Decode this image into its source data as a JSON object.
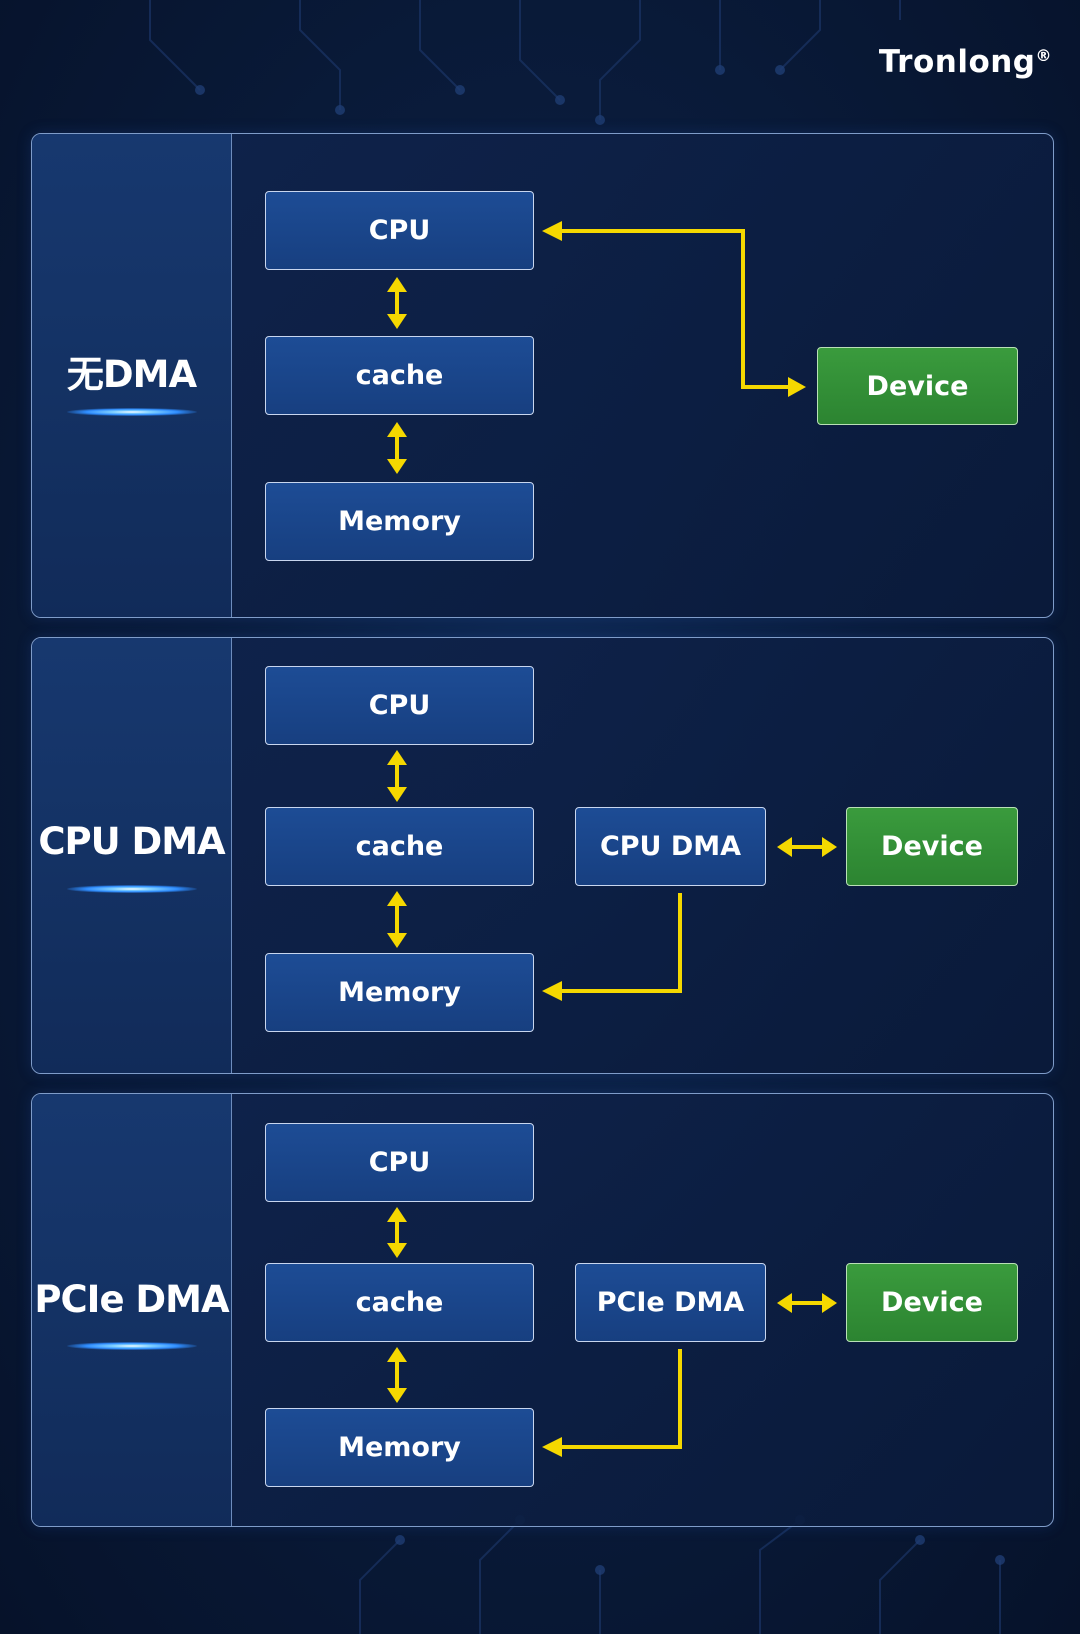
{
  "logo": {
    "name": "Tronlong",
    "mark": "®"
  },
  "colors": {
    "background": "#0a1c3c",
    "box_fill": "#1d4c95",
    "device_fill": "#3a9b3d",
    "arrow": "#f5d800",
    "border": "#c8d6ef"
  },
  "panels": [
    {
      "label": "无DMA",
      "boxes": {
        "cpu": "CPU",
        "cache": "cache",
        "memory": "Memory",
        "device": "Device"
      }
    },
    {
      "label": "CPU DMA",
      "boxes": {
        "cpu": "CPU",
        "cache": "cache",
        "memory": "Memory",
        "dma": "CPU DMA",
        "device": "Device"
      }
    },
    {
      "label": "PCIe DMA",
      "boxes": {
        "cpu": "CPU",
        "cache": "cache",
        "memory": "Memory",
        "dma": "PCIe DMA",
        "device": "Device"
      }
    }
  ]
}
